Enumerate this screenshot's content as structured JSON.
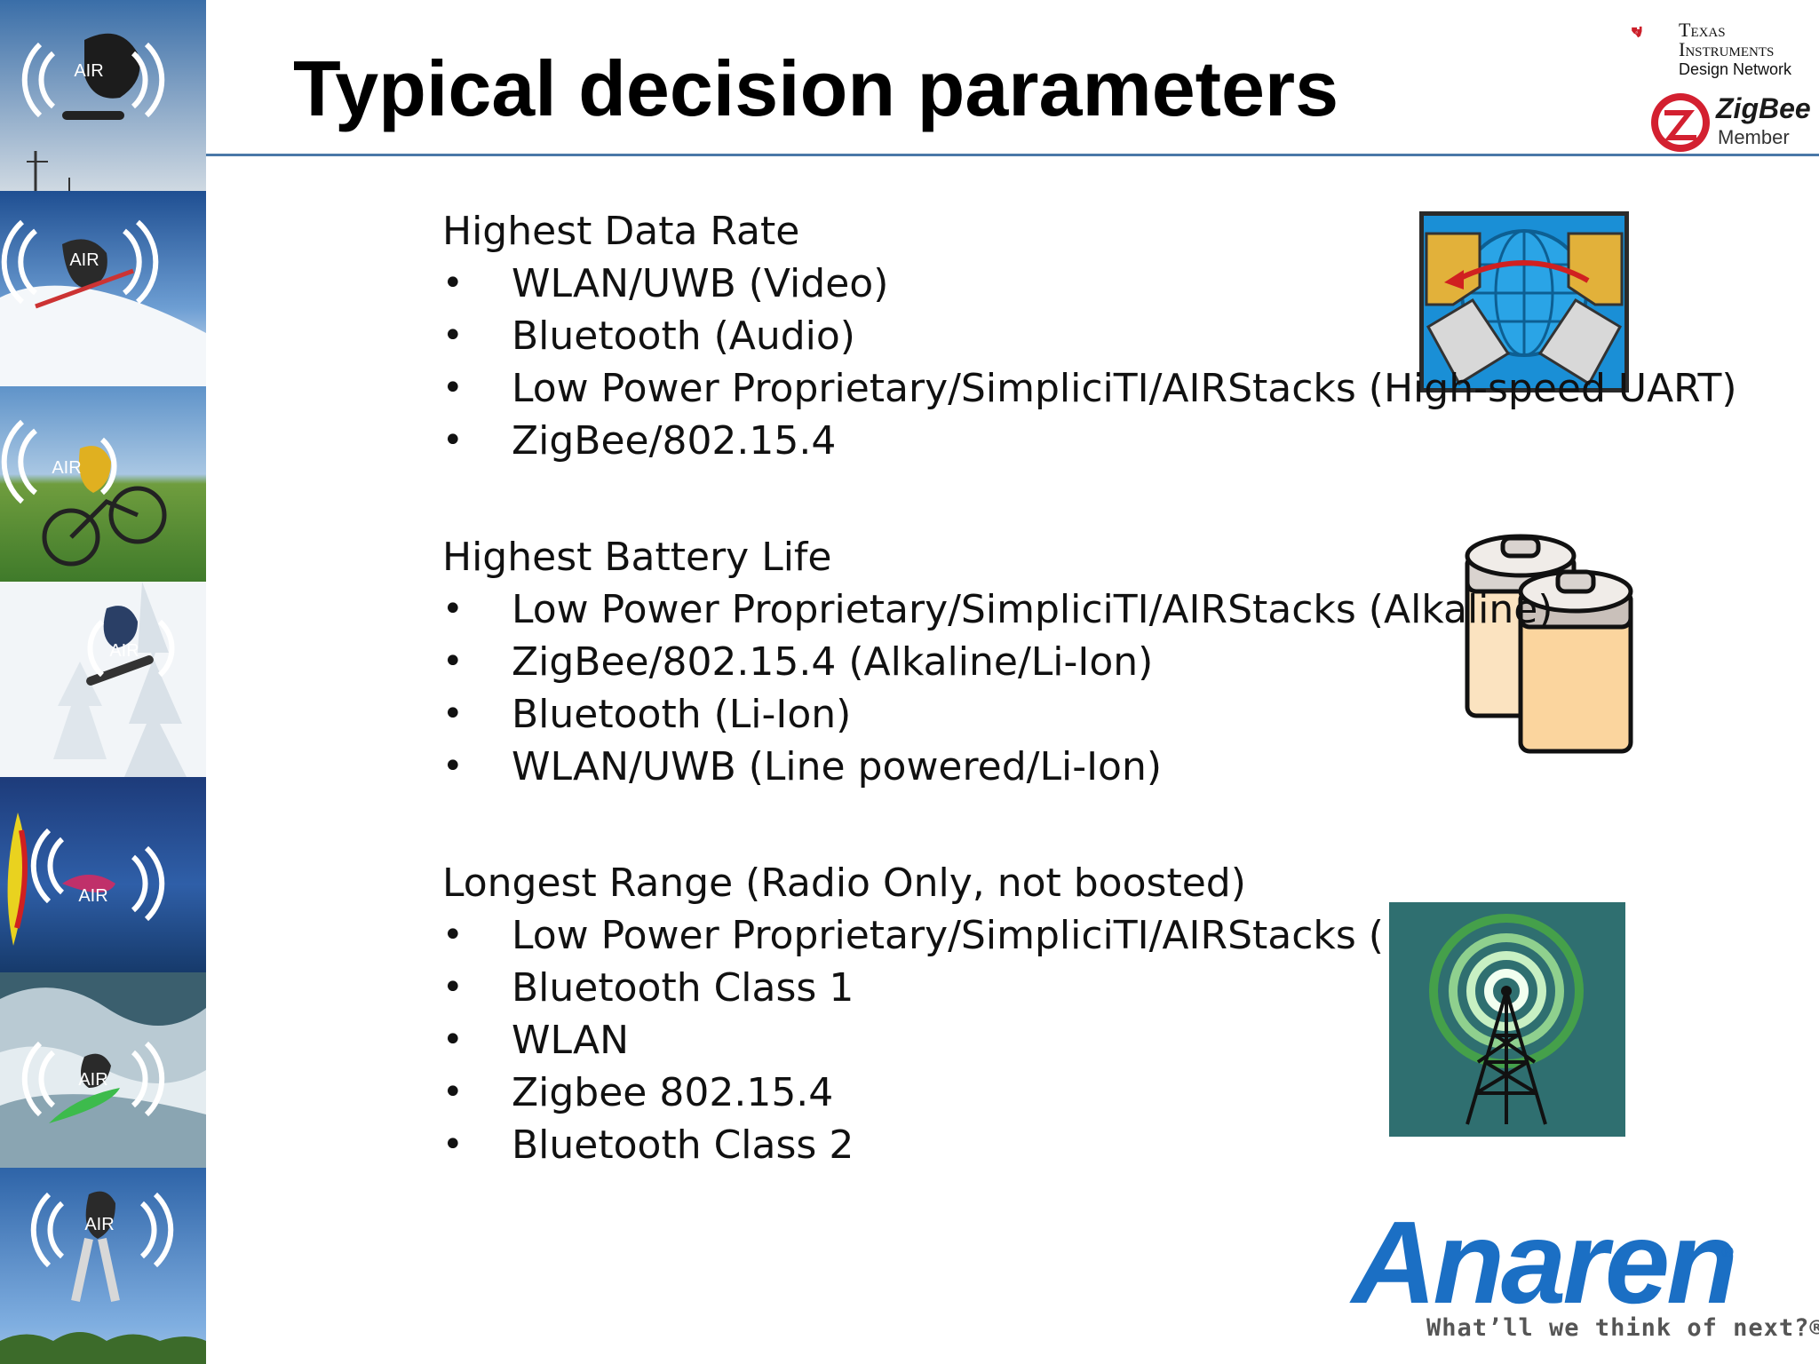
{
  "slide": {
    "title": "Typical decision parameters"
  },
  "logos": {
    "ti_line1": "Texas",
    "ti_line2": "Instruments",
    "ti_network": "Design Network",
    "zigbee_name": "ZigBee",
    "zigbee_member": "Member",
    "anaren_name": "Anaren",
    "anaren_registered": "®",
    "anaren_tagline": "What’ll we think of next?®",
    "strip_badge": "AIR",
    "icons": [
      "ti-logo-icon",
      "zigbee-logo-icon",
      "network-transfer-icon",
      "battery-icon",
      "radio-tower-icon"
    ]
  },
  "sections": [
    {
      "heading": "Highest Data Rate",
      "items": [
        "WLAN/UWB (Video)",
        "Bluetooth (Audio)",
        "Low Power Proprietary/SimpliciTI/AIRStacks (High-speed UART)",
        "ZigBee/802.15.4"
      ]
    },
    {
      "heading": "Highest Battery Life",
      "items": [
        "Low Power Proprietary/SimpliciTI/AIRStacks (Alkaline)",
        "ZigBee/802.15.4 (Alkaline/Li-Ion)",
        "Bluetooth (Li-Ion)",
        "WLAN/UWB (Line powered/Li-Ion)"
      ]
    },
    {
      "heading": "Longest Range (Radio Only, not boosted)",
      "items": [
        "Low Power Proprietary/SimpliciTI/AIRStacks (",
        "Bluetooth Class 1",
        "WLAN",
        "Zigbee 802.15.4",
        "Bluetooth Class 2"
      ]
    }
  ],
  "bullet_char": "•",
  "colors": {
    "rule": "#4a78a8",
    "anaren_blue": "#1b6fc4",
    "ti_red": "#cc1f2a",
    "zigbee_red": "#d32030",
    "tower_bg": "#2f6f70"
  }
}
